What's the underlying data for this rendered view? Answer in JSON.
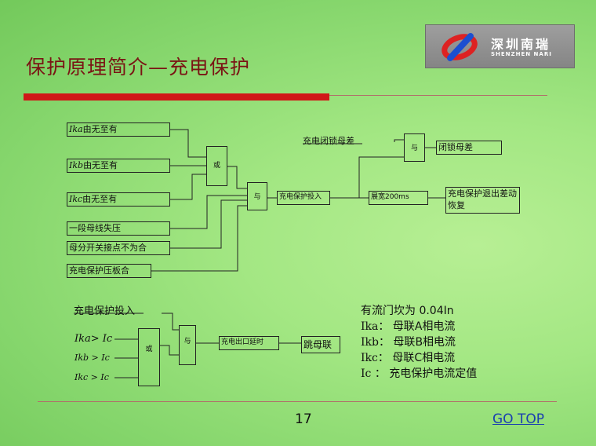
{
  "title": "保护原理简介—充电保护",
  "logo": {
    "cn": "深圳南瑞",
    "en": "SHENZHEN NARI"
  },
  "diagram1": {
    "inputs": {
      "ika": {
        "var": "Ika",
        "text": "由无至有"
      },
      "ikb": {
        "var": "Ikb",
        "text": "由无至有"
      },
      "ikc": {
        "var": "Ikc",
        "text": "由无至有"
      },
      "seg": "一段母线失压",
      "switch": "母分开关接点不为合",
      "plate": "充电保护压板合"
    },
    "or_gate": "或",
    "and_gate": "与",
    "charge_in": "充电保护投入",
    "lock_label": "充电闭锁母差",
    "and_gate2": "与",
    "lock_out": "闭锁母差",
    "pulse": "展宽200ms",
    "exit": "充电保护退出差动恢复"
  },
  "diagram2": {
    "top_label": "充电保护投入",
    "in1": "Ika> Ic",
    "in2": "Ikb > Ic",
    "in3": "Ikc > Ic",
    "or_gate": "或",
    "and_gate": "与",
    "delay": "充电出口延时",
    "trip": "跳母联"
  },
  "notes": [
    {
      "pre": "有流门坎为 ",
      "val": "0.04In"
    },
    {
      "pre": "Ika：  母联",
      "val": "A",
      "post": "相电流"
    },
    {
      "pre": "Ikb：  母联",
      "val": "B",
      "post": "相电流"
    },
    {
      "pre": "Ikc：  母联",
      "val": "C",
      "post": "相电流"
    },
    {
      "pre": "Ic ：  充电保护电流定值",
      "val": ""
    }
  ],
  "footer": {
    "page": "17",
    "go_top": "GO TOP"
  }
}
